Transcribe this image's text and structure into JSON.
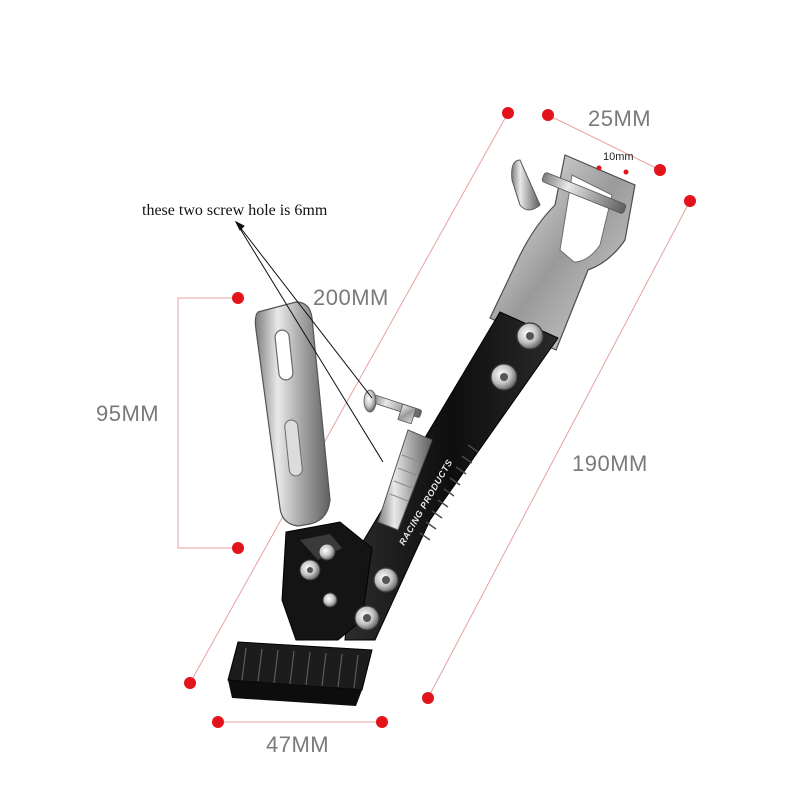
{
  "dimensions": {
    "width_top": "25MM",
    "screw_spacing": "10mm",
    "length_total": "200MM",
    "length_bottom": "190MM",
    "bracket_height": "95MM",
    "foot_width": "47MM"
  },
  "note": {
    "text": "these two screw hole is 6mm"
  },
  "product": {
    "brand_text": "RACING PRODUCTS"
  },
  "colors": {
    "dimension_line": "#e8a0a0",
    "marker_dot": "#e3131b",
    "black_anodized": "#161616",
    "silver_aluminum": "#b9b9b9"
  }
}
